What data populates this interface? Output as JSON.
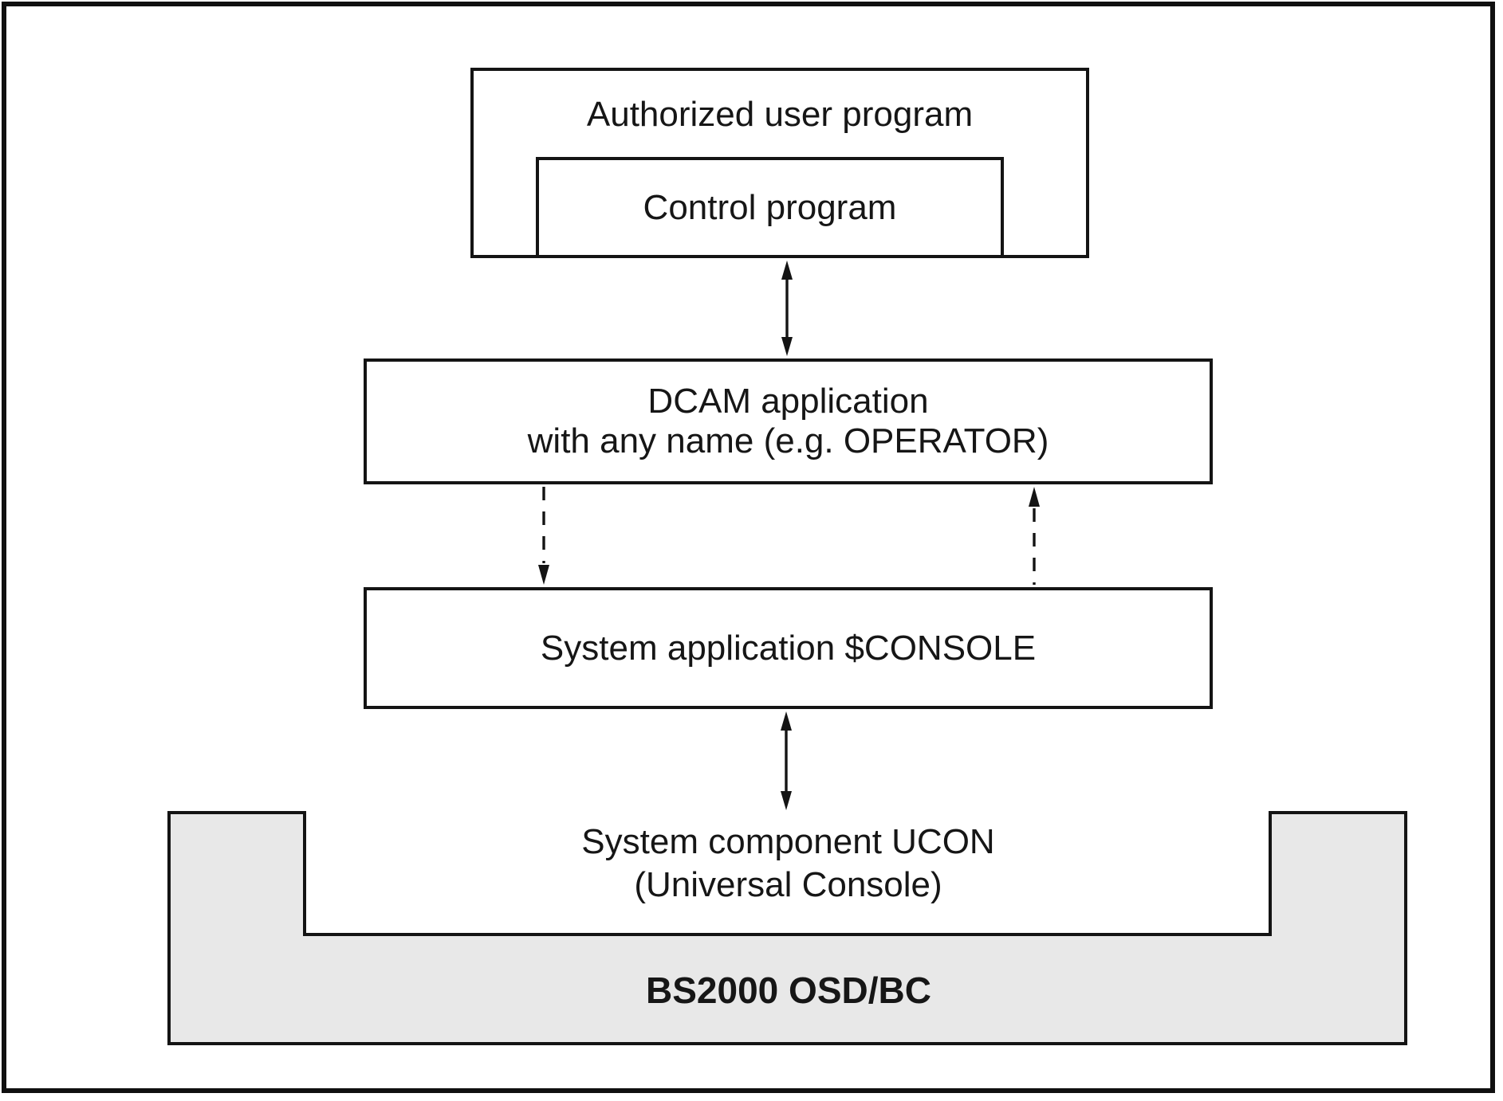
{
  "diagram": {
    "title_context": "Console access via DCAM application diagram"
  },
  "labels": {
    "authorized_user_program": "Authorized user program",
    "control_program": "Control program",
    "dcam_line1": "DCAM application",
    "dcam_line2": "with any name (e.g. OPERATOR)",
    "system_console": "System application $CONSOLE",
    "ucon_line1": "System component UCON",
    "ucon_line2": "(Universal Console)",
    "bs2000": "BS2000 OSD/BC"
  },
  "icons": {
    "solid_double_arrow_top": "double-headed-vertical-arrow",
    "solid_double_arrow_bottom": "double-headed-vertical-arrow",
    "dashed_arrow_left": "dashed-arrow-pointing-down",
    "dashed_arrow_right": "dashed-arrow-pointing-up"
  },
  "colors": {
    "line": "#141414",
    "text": "#161616",
    "os_fill": "#e8e8e8",
    "background": "#ffffff"
  }
}
